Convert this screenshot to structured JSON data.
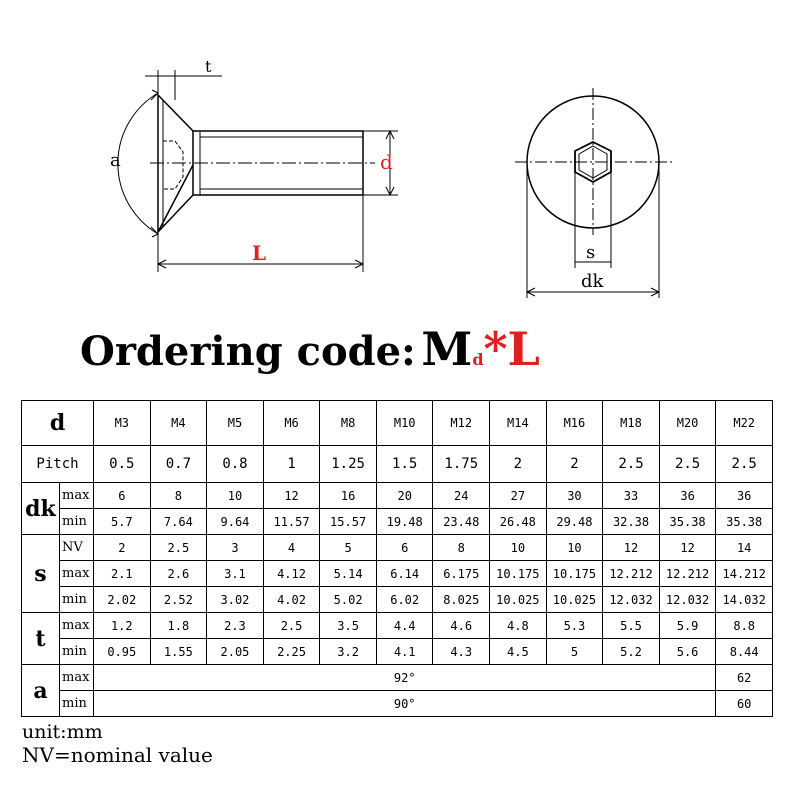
{
  "drawing": {
    "side_view": {
      "label_t": "t",
      "label_a": "a",
      "label_d": "d",
      "label_L": "L"
    },
    "top_view": {
      "label_s": "s",
      "label_dk": "dk"
    },
    "accent_color": "#e02020"
  },
  "ordering": {
    "label": "Ordering code:",
    "code_m": "M",
    "code_d": "d",
    "code_rest": "*L"
  },
  "table": {
    "d_label": "d",
    "sizes": [
      "M3",
      "M4",
      "M5",
      "M6",
      "M8",
      "M10",
      "M12",
      "M14",
      "M16",
      "M18",
      "M20",
      "M22"
    ],
    "pitch_label": "Pitch",
    "pitch": [
      "0.5",
      "0.7",
      "0.8",
      "1",
      "1.25",
      "1.5",
      "1.75",
      "2",
      "2",
      "2.5",
      "2.5",
      "2.5"
    ],
    "dk_label": "dk",
    "dk_max_label": "max",
    "dk_max": [
      "6",
      "8",
      "10",
      "12",
      "16",
      "20",
      "24",
      "27",
      "30",
      "33",
      "36",
      "36"
    ],
    "dk_min_label": "min",
    "dk_min": [
      "5.7",
      "7.64",
      "9.64",
      "11.57",
      "15.57",
      "19.48",
      "23.48",
      "26.48",
      "29.48",
      "32.38",
      "35.38",
      "35.38"
    ],
    "s_label": "s",
    "s_nv_label": "NV",
    "s_nv": [
      "2",
      "2.5",
      "3",
      "4",
      "5",
      "6",
      "8",
      "10",
      "10",
      "12",
      "12",
      "14"
    ],
    "s_max_label": "max",
    "s_max": [
      "2.1",
      "2.6",
      "3.1",
      "4.12",
      "5.14",
      "6.14",
      "6.175",
      "10.175",
      "10.175",
      "12.212",
      "12.212",
      "14.212"
    ],
    "s_min_label": "min",
    "s_min": [
      "2.02",
      "2.52",
      "3.02",
      "4.02",
      "5.02",
      "6.02",
      "8.025",
      "10.025",
      "10.025",
      "12.032",
      "12.032",
      "14.032"
    ],
    "t_label": "t",
    "t_max_label": "max",
    "t_max": [
      "1.2",
      "1.8",
      "2.3",
      "2.5",
      "3.5",
      "4.4",
      "4.6",
      "4.8",
      "5.3",
      "5.5",
      "5.9",
      "8.8"
    ],
    "t_min_label": "min",
    "t_min": [
      "0.95",
      "1.55",
      "2.05",
      "2.25",
      "3.2",
      "4.1",
      "4.3",
      "4.5",
      "5",
      "5.2",
      "5.6",
      "8.44"
    ],
    "a_label": "a",
    "a_max_label": "max",
    "a_max_common": "92°",
    "a_max_m22": "62",
    "a_min_label": "min",
    "a_min_common": "90°",
    "a_min_m22": "60"
  },
  "notes": {
    "unit": "unit:mm",
    "nv": "NV=nominal value"
  }
}
